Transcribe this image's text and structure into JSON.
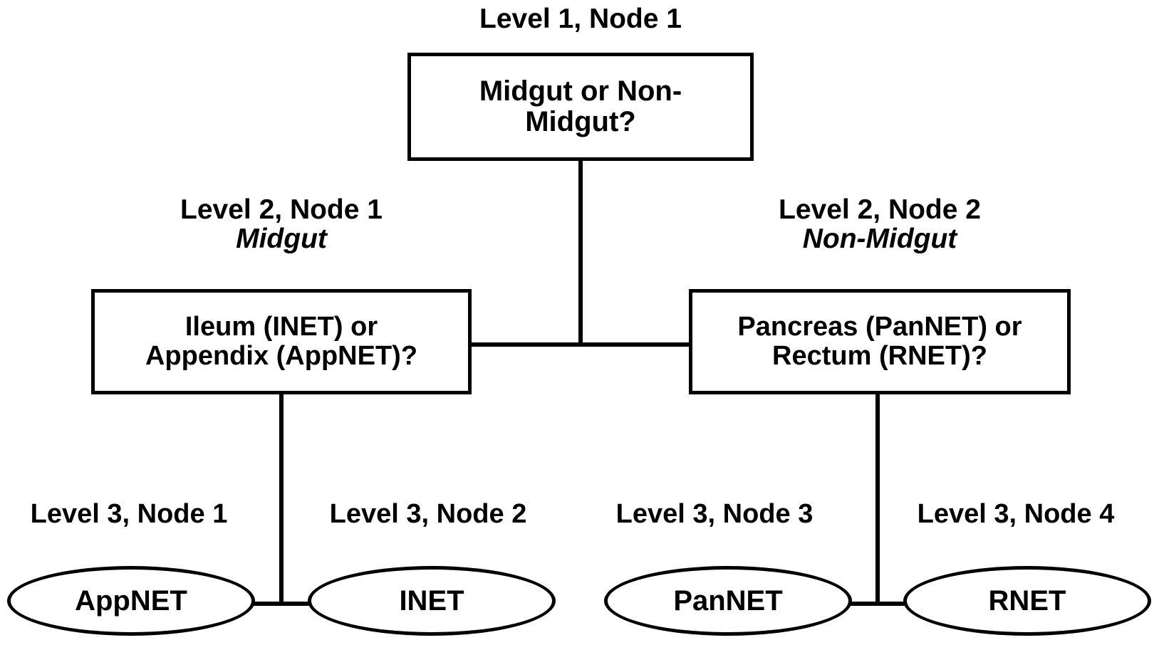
{
  "diagram": {
    "type": "decision-tree",
    "background_color": "#ffffff",
    "line_color": "#000000",
    "text_color": "#000000",
    "levels": [
      {
        "level": 1,
        "nodes": [
          {
            "caption": "Level 1, Node 1",
            "qualifier": "",
            "shape": "rectangle",
            "text": "Midgut or Non-Midgut?",
            "line1": "Midgut or Non-",
            "line2": "Midgut?"
          }
        ]
      },
      {
        "level": 2,
        "nodes": [
          {
            "caption": "Level 2, Node 1",
            "qualifier": "Midgut",
            "shape": "rectangle",
            "text": "Ileum (INET) or Appendix (AppNET)?",
            "line1": "Ileum (INET) or",
            "line2": "Appendix (AppNET)?"
          },
          {
            "caption": "Level 2, Node 2",
            "qualifier": "Non-Midgut",
            "shape": "rectangle",
            "text": "Pancreas (PanNET) or Rectum (RNET)?",
            "line1": "Pancreas (PanNET) or",
            "line2": "Rectum (RNET)?"
          }
        ]
      },
      {
        "level": 3,
        "nodes": [
          {
            "caption": "Level 3, Node 1",
            "qualifier": "",
            "shape": "ellipse",
            "text": "AppNET"
          },
          {
            "caption": "Level 3, Node 2",
            "qualifier": "",
            "shape": "ellipse",
            "text": "INET"
          },
          {
            "caption": "Level 3, Node 3",
            "qualifier": "",
            "shape": "ellipse",
            "text": "PanNET"
          },
          {
            "caption": "Level 3, Node 4",
            "qualifier": "",
            "shape": "ellipse",
            "text": "RNET"
          }
        ]
      }
    ]
  }
}
